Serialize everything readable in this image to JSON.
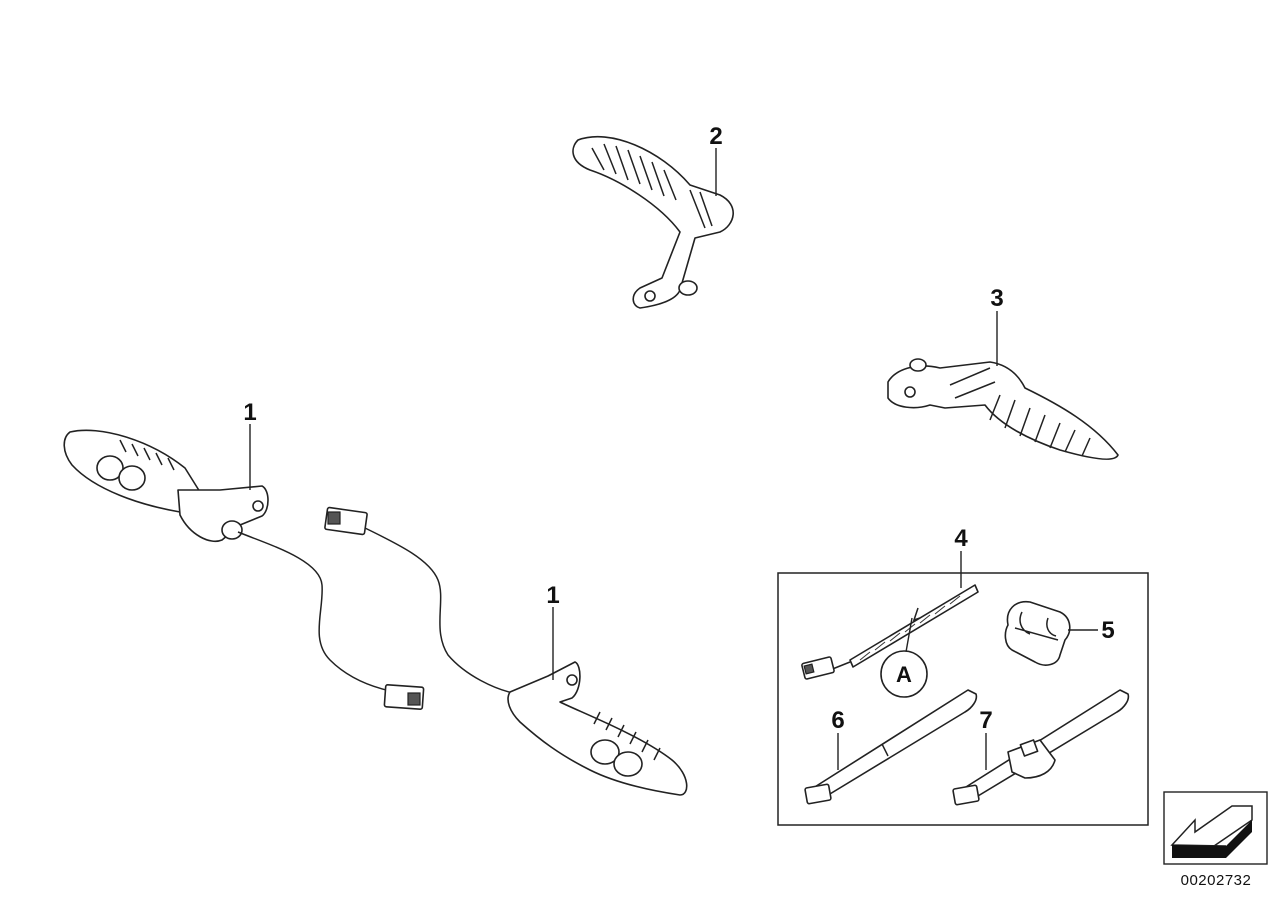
{
  "callouts": {
    "p1a": "1",
    "p1b": "1",
    "p2": "2",
    "p3": "3",
    "p4": "4",
    "p5": "5",
    "p6": "6",
    "p7": "7",
    "detail_a": "A"
  },
  "document_number": "00202732"
}
